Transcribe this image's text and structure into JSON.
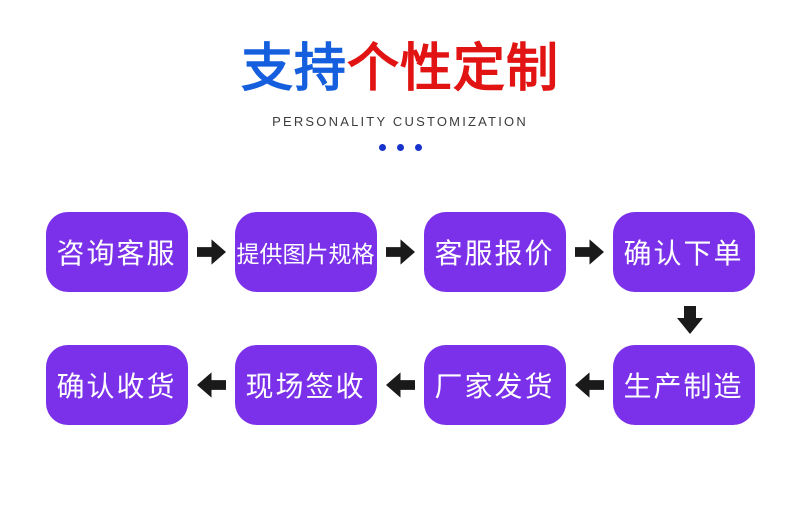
{
  "colors": {
    "background": "#FFFFFF",
    "title_blue": "#155FDE",
    "title_red": "#E11313",
    "subtitle_gray": "#3C3C3C",
    "dot_blue": "#1733CC",
    "box_purple": "#7B30E9",
    "box_text": "#FFFFFF",
    "arrow_black": "#1A1A1A"
  },
  "header": {
    "title_blue_text": "支持",
    "title_red_text": "个性定制",
    "subtitle": "PERSONALITY CUSTOMIZATION"
  },
  "flow": {
    "row1": [
      {
        "label": "咨询客服"
      },
      {
        "label": "提供图片规格"
      },
      {
        "label": "客服报价"
      },
      {
        "label": "确认下单"
      }
    ],
    "row2": [
      {
        "label": "确认收货"
      },
      {
        "label": "现场签收"
      },
      {
        "label": "厂家发货"
      },
      {
        "label": "生产制造"
      }
    ],
    "row1_arrow_direction": "right",
    "row2_arrow_direction": "left",
    "connector_arrow_direction": "down"
  }
}
